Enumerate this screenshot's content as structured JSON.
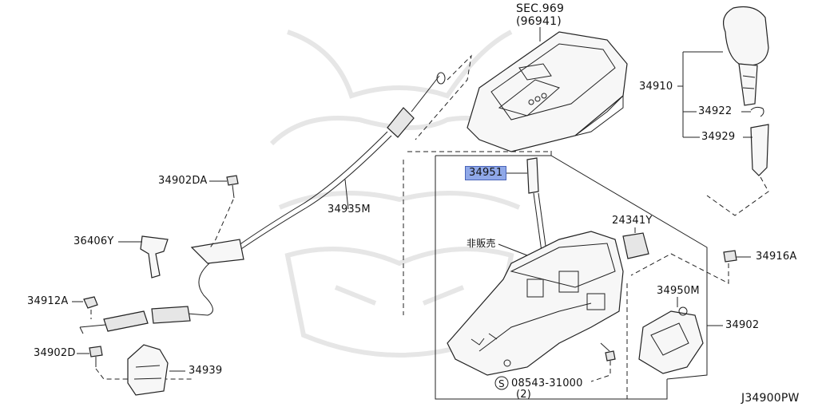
{
  "diagram": {
    "code": "J34900PW",
    "labels": {
      "sec": "SEC.969",
      "sec_sub": "(96941)",
      "p34910": "34910",
      "p34922": "34922",
      "p34929": "34929",
      "p34902DA": "34902DA",
      "p34935M": "34935M",
      "p34951": "34951",
      "p24341Y": "24341Y",
      "hihanbai": "非販売",
      "p36406Y": "36406Y",
      "p34916A": "34916A",
      "p34912A": "34912A",
      "p34950M": "34950M",
      "p34902": "34902",
      "p34902D": "34902D",
      "p34939": "34939",
      "bolt": "08543-31000",
      "bolt_qty": "(2)",
      "bolt_symbol": "S"
    }
  }
}
